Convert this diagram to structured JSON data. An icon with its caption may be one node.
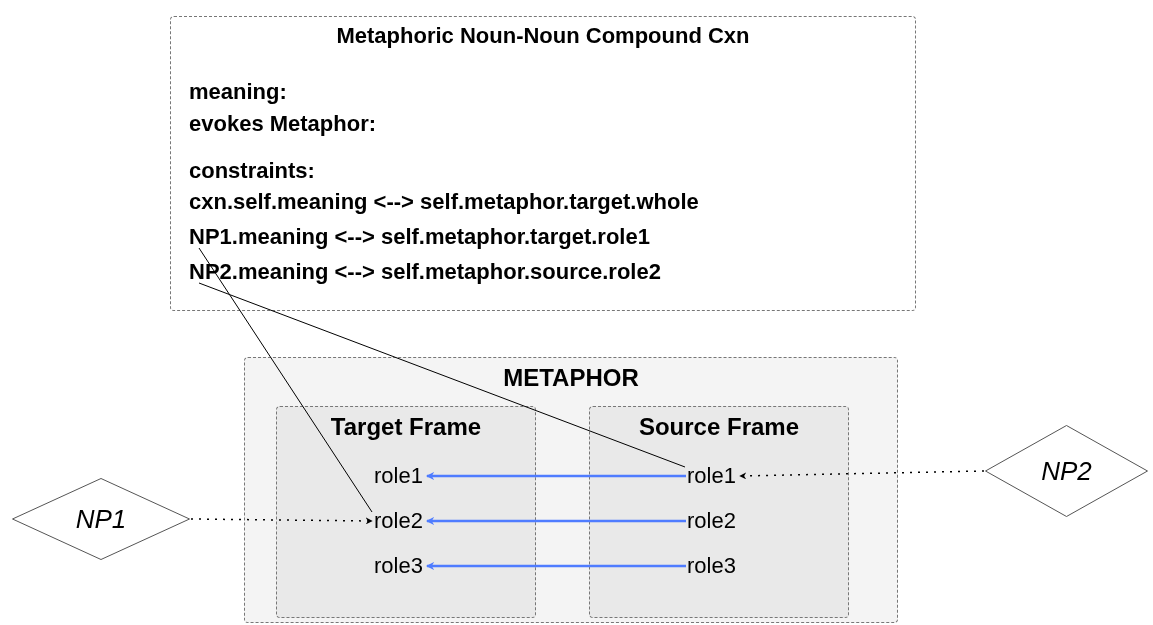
{
  "diagram": {
    "nodes": [
      {
        "text": [
          "Metaphoric Noun-Noun Compound Cxn",
          "meaning:",
          "evokes Metaphor:",
          "constraints:",
          "cxn.self.meaning <--> self.metaphor.target.whole"
        ]
      },
      {
        "text": [
          "NP1.meaning <--> self.metaphor.target.role1"
        ],
        "in": 0
      },
      {
        "text": [
          "NP2.meaning <--> self.metaphor.source.role2"
        ],
        "in": 0
      },
      {
        "text": [
          "METAPHOR"
        ]
      },
      {
        "text": [
          "Target Frame"
        ],
        "in": 3
      },
      {
        "text": [
          "role1"
        ],
        "in": 4
      },
      {
        "text": [
          "role2"
        ],
        "in": 4
      },
      {
        "text": [
          "role3"
        ],
        "in": 4
      },
      {
        "text": [
          "Source Frame"
        ],
        "in": 3
      },
      {
        "text": [
          "role1"
        ],
        "in": 8
      },
      {
        "text": [
          "role2"
        ],
        "in": 8
      },
      {
        "text": [
          "role3"
        ],
        "in": 8
      },
      {
        "text": [
          "NP1"
        ]
      },
      {
        "text": [
          "NP2"
        ]
      }
    ],
    "edges": [
      {
        "from": 9,
        "to": 5,
        "arrow": "to",
        "color": "#4f7cff"
      },
      {
        "from": 10,
        "to": 6,
        "arrow": "to",
        "color": "#4f7cff"
      },
      {
        "from": 11,
        "to": 7,
        "arrow": "to",
        "color": "#4f7cff"
      },
      {
        "from": 12,
        "to": 6,
        "arrow": "to",
        "style": "dashed"
      },
      {
        "from": 13,
        "to": 9,
        "arrow": "to",
        "style": "dashed"
      },
      {
        "from": 1,
        "to": 6,
        "arrow": "none"
      },
      {
        "from": 2,
        "to": 9,
        "arrow": "none"
      }
    ]
  }
}
